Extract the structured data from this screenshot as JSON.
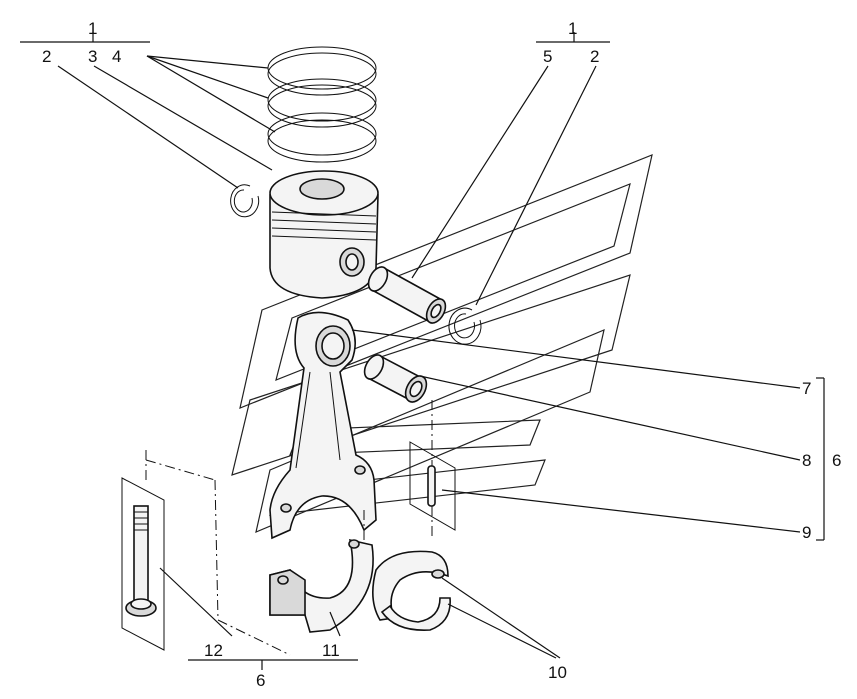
{
  "labels": {
    "group_left_top": "1",
    "left_2": "2",
    "left_3": "3",
    "left_4": "4",
    "group_right_top": "1",
    "right_5": "5",
    "right_2": "2",
    "rod_7": "7",
    "rod_8": "8",
    "rod_9": "9",
    "group_rod_6": "6",
    "bottom_12": "12",
    "bottom_11": "11",
    "bottom_group_6": "6",
    "shell_10": "10"
  },
  "colors": {
    "ink": "#111111",
    "paper": "#ffffff",
    "watermark": "#222222"
  },
  "icons": [
    "piston-ring-icon",
    "circlip-icon",
    "piston-icon",
    "piston-pin-icon",
    "connecting-rod-icon",
    "bushing-icon",
    "dowel-pin-icon",
    "bolt-icon",
    "rod-cap-icon",
    "bearing-shell-icon",
    "watermark-logo-icon"
  ]
}
